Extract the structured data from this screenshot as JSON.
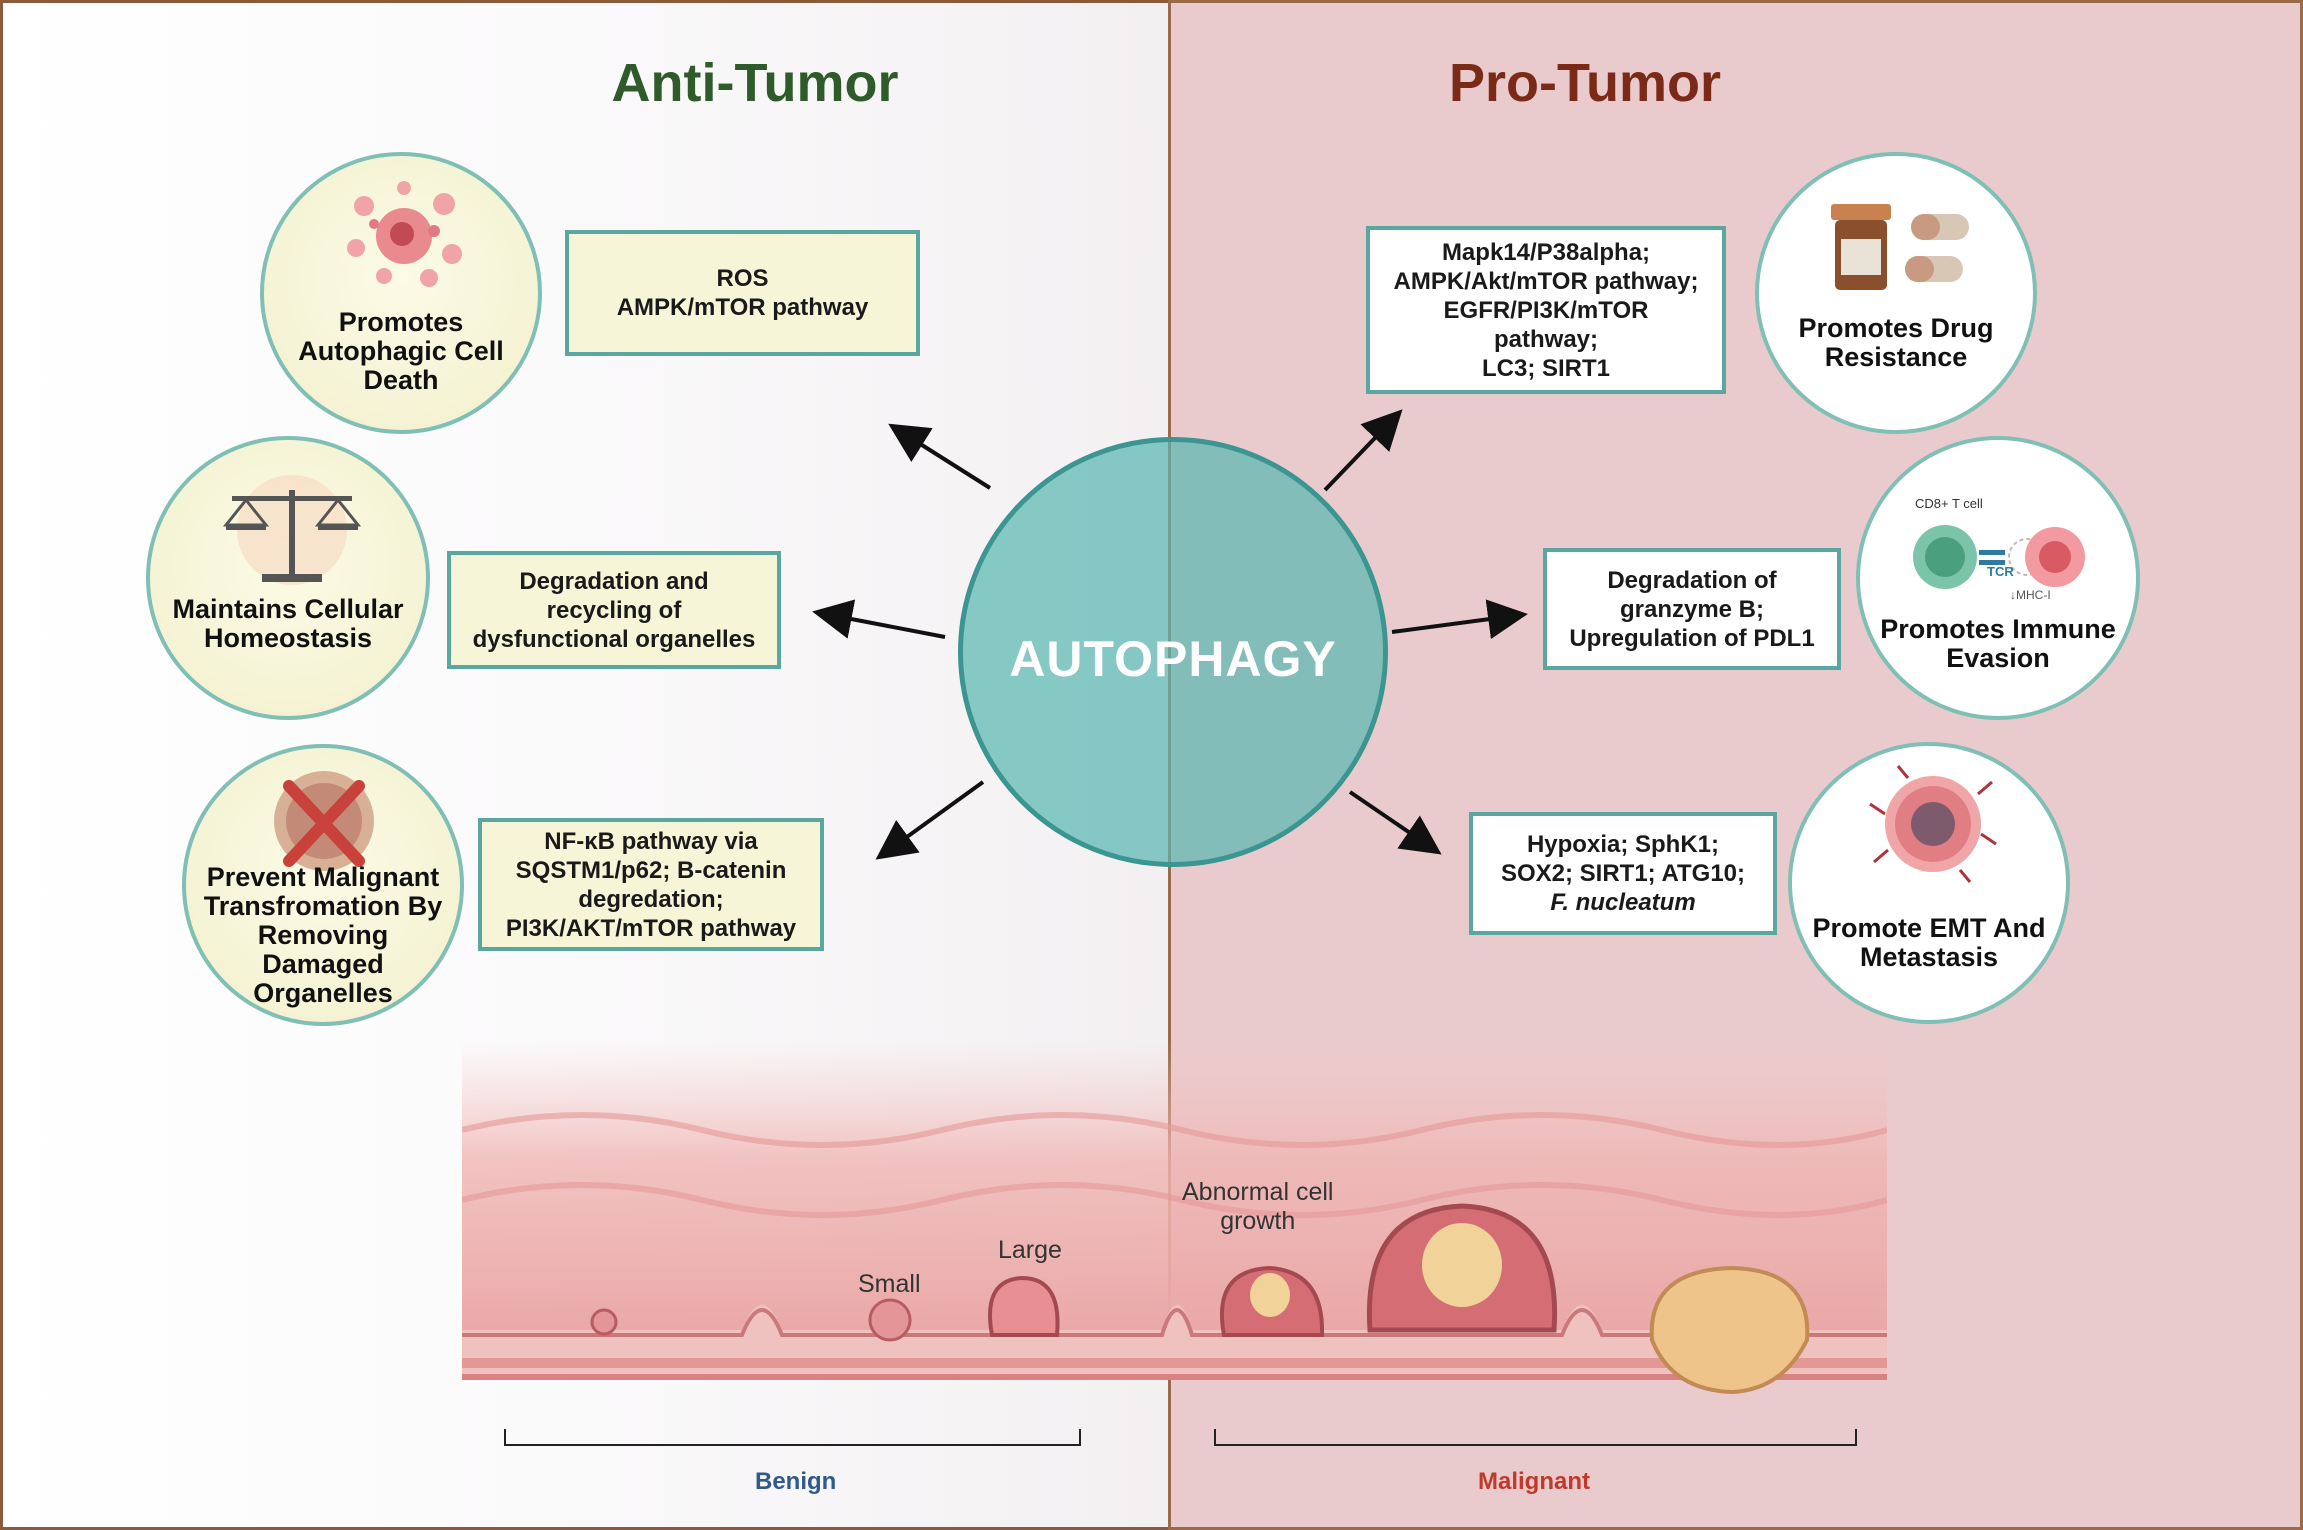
{
  "headings": {
    "anti": "Anti-Tumor",
    "pro": "Pro-Tumor"
  },
  "center": {
    "label": "AUTOPHAGY"
  },
  "anti_tumor": {
    "circles": [
      {
        "label": "Promotes\nAutophagic Cell\nDeath",
        "icon": "dying-cell-icon"
      },
      {
        "label": "Maintains Cellular\nHomeostasis",
        "icon": "balance-scale-icon"
      },
      {
        "label": "Prevent Malignant\nTransfromation By\nRemoving\nDamaged\nOrganelles",
        "icon": "crossed-cell-icon"
      }
    ],
    "mechanisms": [
      "ROS\nAMPK/mTOR pathway",
      "Degradation and\nrecycling of\ndysfunctional organelles",
      "NF-κB pathway via\nSQSTM1/p62; B-catenin\ndegredation;\nPI3K/AKT/mTOR pathway"
    ]
  },
  "pro_tumor": {
    "circles": [
      {
        "label": "Promotes Drug\nResistance",
        "icon": "pill-bottle-icon"
      },
      {
        "label": "Promotes Immune\nEvasion",
        "icon": "t-cell-interaction-icon",
        "sub_labels": {
          "cell": "CD8+ T cell",
          "receptor": "TCR",
          "mhc": "↓MHC-I"
        }
      },
      {
        "label": "Promote EMT And\nMetastasis",
        "icon": "metastatic-cell-icon"
      }
    ],
    "mechanisms": [
      "Mapk14/P38alpha;\nAMPK/Akt/mTOR pathway;\nEGFR/PI3K/mTOR\npathway;\nLC3; SIRT1",
      "Degradation of\ngranzyme B;\nUpregulation of PDL1",
      {
        "text": "Hypoxia; SphK1;\nSOX2; SIRT1; ATG10;",
        "italic": "F. nucleatum"
      }
    ]
  },
  "tissue": {
    "labels": {
      "small": "Small",
      "large": "Large",
      "abnormal": "Abnormal cell\ngrowth"
    },
    "brackets": {
      "benign": "Benign",
      "malignant": "Malignant"
    }
  },
  "colors": {
    "anti_heading": "#2f5a2a",
    "pro_heading": "#7a2a16",
    "benign": "#2f5a8a",
    "malignant": "#c0392b",
    "autophagy": "#5ab7b2"
  }
}
